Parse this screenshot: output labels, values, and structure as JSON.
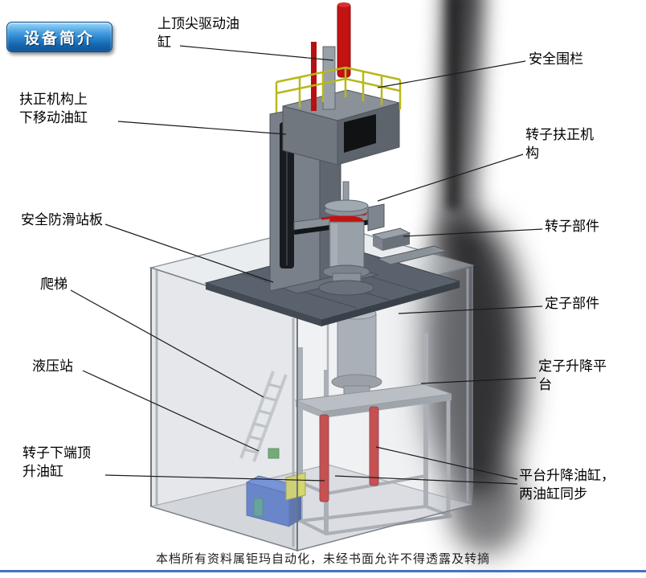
{
  "badge": {
    "label": "设备简介"
  },
  "footer": {
    "text": "本档所有资料属钜玛自动化，未经书面允许不得透露及转摘"
  },
  "colors": {
    "badge_blue": "#2e8fd8",
    "cylinder_red": "#c21212",
    "railing_yellow": "#b8b818",
    "machine_gray": "#8a9199",
    "platform_gray": "#5a626d",
    "hydraulic_blue": "#2a58c8",
    "bottom_line_blue": "#4472c4"
  },
  "callouts": [
    {
      "id": "top-tip-drive-cylinder",
      "label": "上顶尖驱动油\n缸"
    },
    {
      "id": "safety-fence",
      "label": "安全围栏"
    },
    {
      "id": "centering-mechanism-move-cylinder",
      "label": "扶正机构上\n下移动油缸"
    },
    {
      "id": "rotor-centering-mechanism",
      "label": "转子扶正机\n构"
    },
    {
      "id": "anti-slip-standing-platform",
      "label": "安全防滑站板"
    },
    {
      "id": "rotor-part",
      "label": "转子部件"
    },
    {
      "id": "ladder",
      "label": "爬梯"
    },
    {
      "id": "stator-part",
      "label": "定子部件"
    },
    {
      "id": "hydraulic-station",
      "label": "液压站"
    },
    {
      "id": "stator-lift-platform",
      "label": "定子升降平\n台"
    },
    {
      "id": "rotor-bottom-jack-cylinder",
      "label": "转子下端顶\n升油缸"
    },
    {
      "id": "platform-lift-cylinders",
      "label": "平台升降油缸，\n两油缸同步"
    }
  ]
}
